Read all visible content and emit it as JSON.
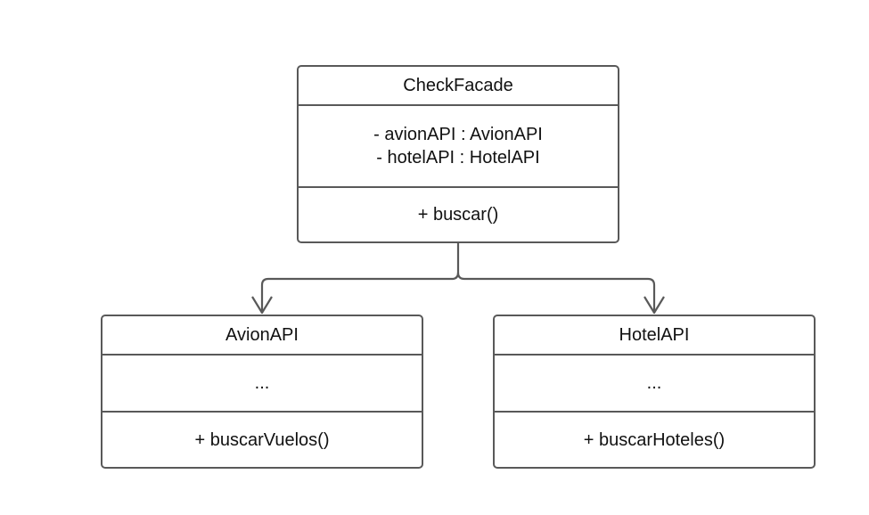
{
  "diagram": {
    "classes": {
      "check_facade": {
        "name": "CheckFacade",
        "attributes": [
          "- avionAPI : AvionAPI",
          "- hotelAPI : HotelAPI"
        ],
        "operations": [
          "+ buscar()"
        ]
      },
      "avion_api": {
        "name": "AvionAPI",
        "attributes": [
          "..."
        ],
        "operations": [
          "+ buscarVuelos()"
        ]
      },
      "hotel_api": {
        "name": "HotelAPI",
        "attributes": [
          "..."
        ],
        "operations": [
          "+ buscarHoteles()"
        ]
      }
    },
    "relations": [
      {
        "from": "CheckFacade",
        "to": "AvionAPI",
        "type": "association-arrow"
      },
      {
        "from": "CheckFacade",
        "to": "HotelAPI",
        "type": "association-arrow"
      }
    ],
    "colors": {
      "stroke": "#595959",
      "text": "#111111",
      "background": "#ffffff"
    }
  }
}
